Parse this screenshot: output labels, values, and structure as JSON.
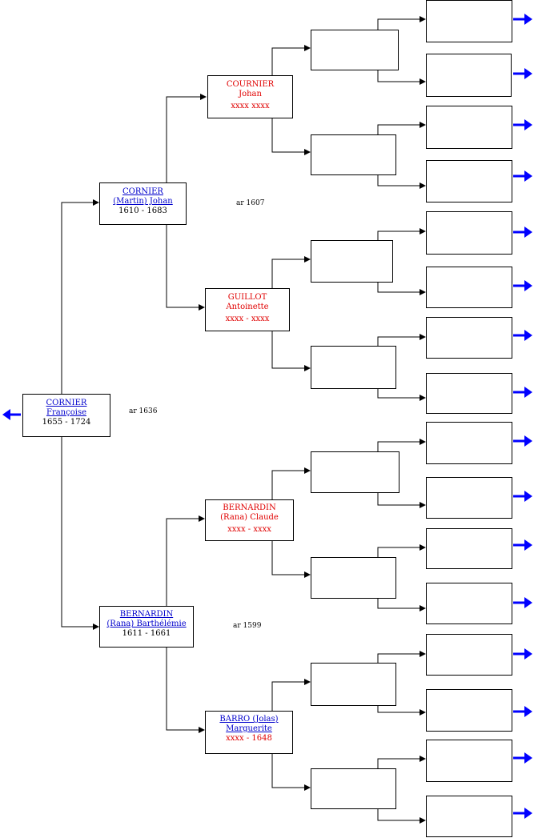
{
  "root": {
    "line1": "CORNIER",
    "line2": "Françoise",
    "dates": "1655 - 1724"
  },
  "father": {
    "line1": "CORNIER",
    "line2": "(Martin) Johan",
    "dates": "1610 - 1683"
  },
  "mother": {
    "line1": "BERNARDIN",
    "line2": "(Rana) Barthélémie",
    "dates": "1611 - 1661"
  },
  "ff": {
    "line1": "COURNIER",
    "line2": "Johan",
    "dates": "xxxx  xxxx"
  },
  "fm": {
    "line1": "GUILLOT",
    "line2": "Antoinette",
    "dates": "xxxx - xxxx"
  },
  "mf": {
    "line1": "BERNARDIN",
    "line2": "(Rana) Claude",
    "dates": "xxxx - xxxx"
  },
  "mm": {
    "line1": "BARRO (Jolas)",
    "line2": "Marguerite",
    "dates": "xxxx - 1648"
  },
  "marriages": {
    "root_parents": "ar 1636",
    "father_parents": "ar 1607",
    "mother_parents": "ar 1599"
  },
  "colors": {
    "link": "#0000cc",
    "unknown": "#e00000",
    "arrow_blue": "#0000ff"
  }
}
